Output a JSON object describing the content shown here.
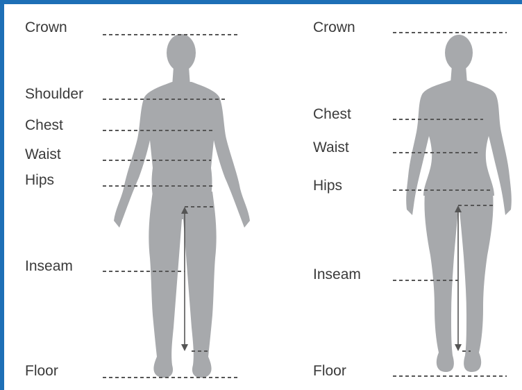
{
  "colors": {
    "frame": "#1d6fb6",
    "silhouette": "#a7a9ac",
    "line": "#555555",
    "text": "#3a3a3a"
  },
  "male": {
    "crown": "Crown",
    "shoulder": "Shoulder",
    "chest": "Chest",
    "waist": "Waist",
    "hips": "Hips",
    "inseam": "Inseam",
    "floor": "Floor"
  },
  "female": {
    "crown": "Crown",
    "chest": "Chest",
    "waist": "Waist",
    "hips": "Hips",
    "inseam": "Inseam",
    "floor": "Floor"
  }
}
